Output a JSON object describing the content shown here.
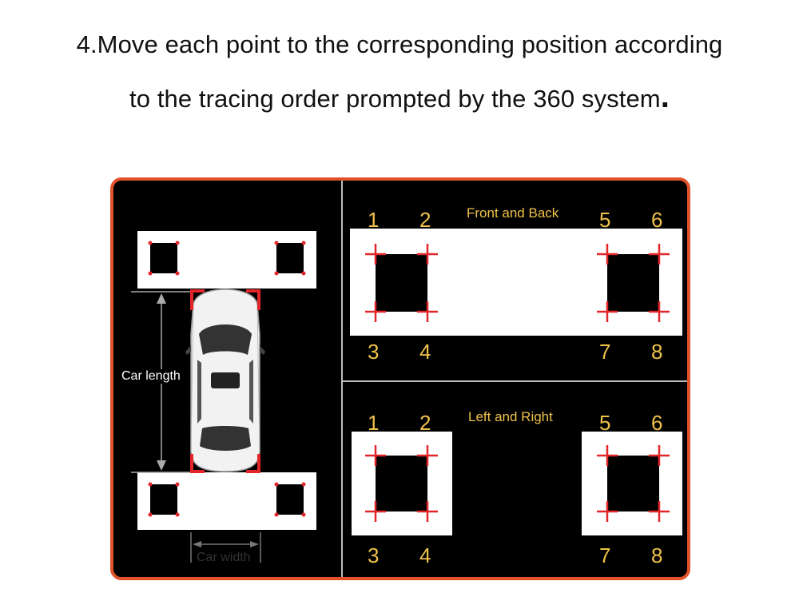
{
  "instruction": {
    "line1": "4.Move each point to the corresponding position according",
    "line2": "to the tracing order prompted by the 360 system",
    "end_mark": "."
  },
  "diagram": {
    "car_length_label": "Car length",
    "car_width_label": "Car width",
    "front_back": {
      "label": "Front and Back",
      "top_numbers": [
        "1",
        "2",
        "5",
        "6"
      ],
      "bottom_numbers": [
        "3",
        "4",
        "7",
        "8"
      ]
    },
    "left_right": {
      "label": "Left and Right",
      "top_numbers": [
        "1",
        "2",
        "5",
        "6"
      ],
      "bottom_numbers": [
        "3",
        "4",
        "7",
        "8"
      ]
    }
  },
  "colors": {
    "panel_border": "#e2522a",
    "label_text": "#f0c24a",
    "marker": "#e3262a"
  }
}
